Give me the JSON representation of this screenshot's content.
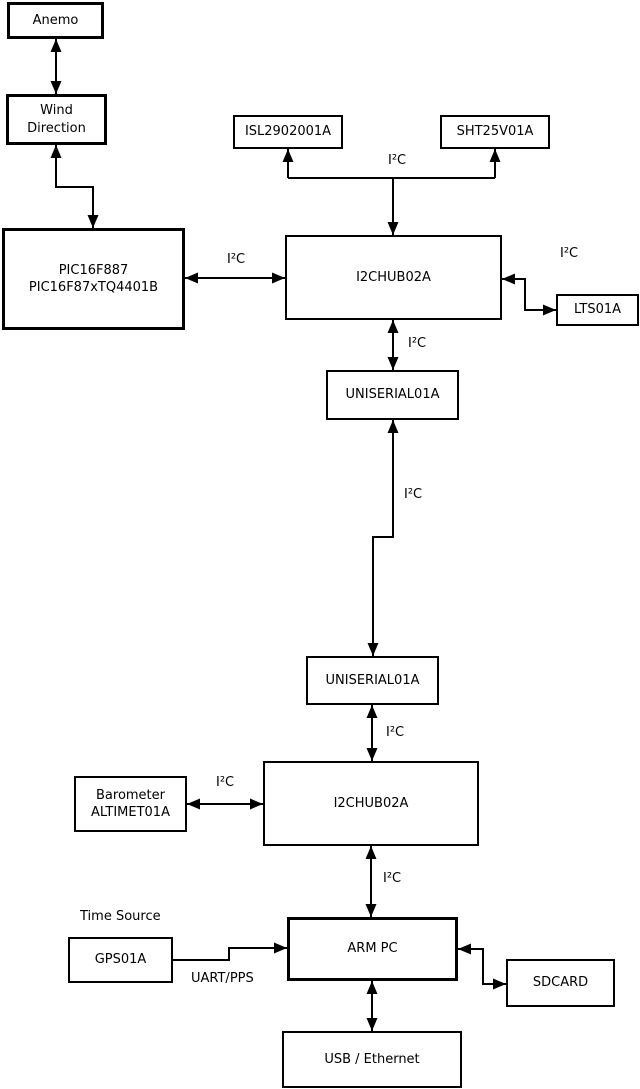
{
  "labels": {
    "i2c": "I²C",
    "uart_pps": "UART/PPS",
    "time_source": "Time Source"
  },
  "nodes": {
    "anemo": {
      "label": "Anemo"
    },
    "wind_direction": {
      "lines": [
        "Wind",
        "Direction"
      ]
    },
    "pic": {
      "lines": [
        "PIC16F887",
        "PIC16F87xTQ4401B"
      ]
    },
    "isl": {
      "label": "ISL2902001A"
    },
    "sht": {
      "label": "SHT25V01A"
    },
    "hub1": {
      "label": "I2CHUB02A"
    },
    "lts": {
      "label": "LTS01A"
    },
    "uniserial1": {
      "label": "UNISERIAL01A"
    },
    "uniserial2": {
      "label": "UNISERIAL01A"
    },
    "hub2": {
      "label": "I2CHUB02A"
    },
    "barometer": {
      "lines": [
        "Barometer",
        "ALTIMET01A"
      ]
    },
    "arm_pc": {
      "label": "ARM PC"
    },
    "gps": {
      "label": "GPS01A"
    },
    "sdcard": {
      "label": "SDCARD"
    },
    "usb": {
      "label": "USB / Ethernet"
    }
  },
  "colors": {
    "line": "#000000",
    "background": "#ffffff",
    "box_fill": "#ffffff"
  }
}
